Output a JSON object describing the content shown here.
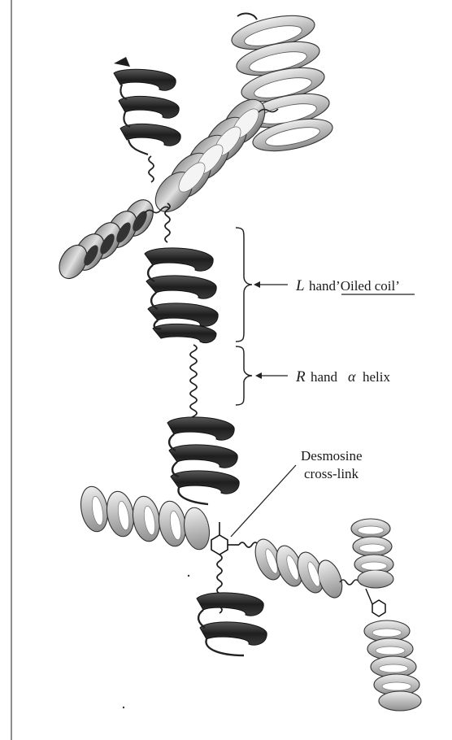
{
  "labels": {
    "l_hand_prefix": "L",
    "l_hand_text": "hand’Oiled coil’",
    "r_hand_prefix": "R",
    "r_hand_middle": "hand",
    "r_hand_alpha": "α",
    "r_hand_suffix": "helix",
    "desmosine_line1": "Desmosine",
    "desmosine_line2": "cross-link"
  },
  "colors": {
    "ink": "#1a1a1a",
    "dark_ribbon": "#2a2a2a",
    "light_ribbon": "#cfcfcf",
    "background": "#ffffff"
  }
}
